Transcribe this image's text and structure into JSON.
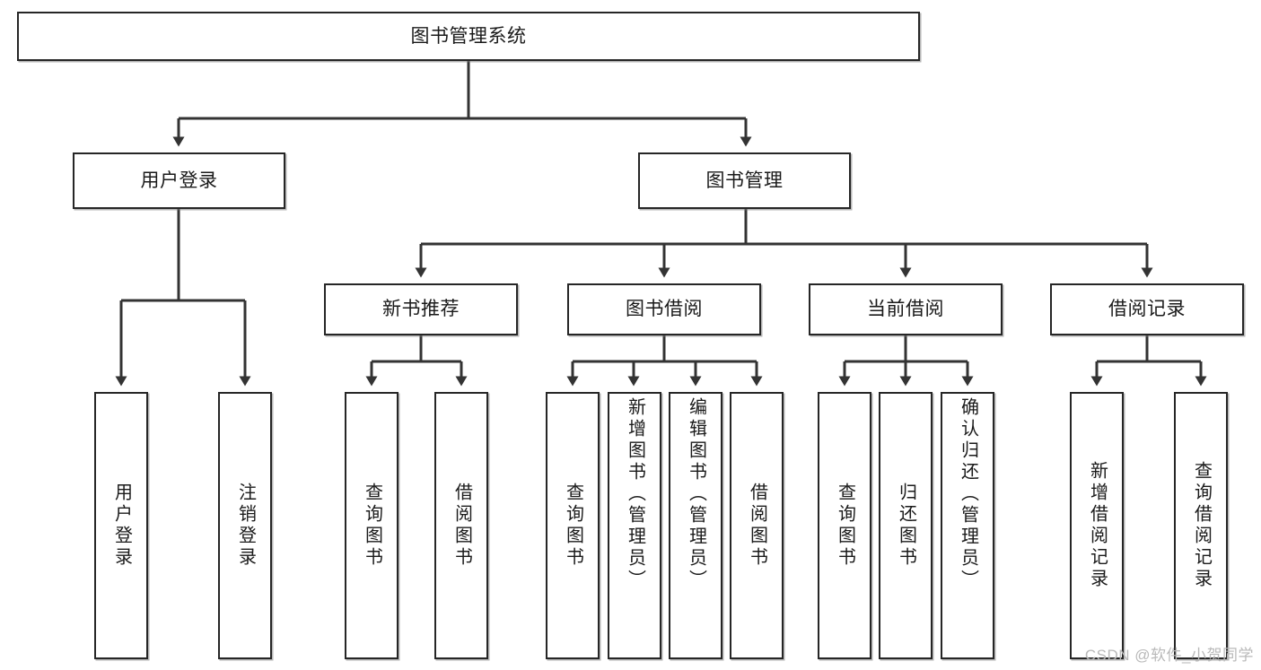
{
  "diagram": {
    "title": "图书管理系统",
    "type": "tree-hierarchy-chart",
    "watermark": "CSDN @软件_小贺同学",
    "colors": {
      "box_border": "#262626",
      "box_fill": "#ffffff",
      "connector": "#333333",
      "text": "#1a1a1a",
      "watermark": "#b9b9b9"
    },
    "levels": {
      "root": {
        "label": "图书管理系统"
      },
      "level2": [
        {
          "id": "user-login",
          "label": "用户登录"
        },
        {
          "id": "book-manage",
          "label": "图书管理"
        }
      ],
      "level3": [
        {
          "id": "new-book-recommend",
          "label": "新书推荐"
        },
        {
          "id": "book-borrow",
          "label": "图书借阅"
        },
        {
          "id": "current-borrow",
          "label": "当前借阅"
        },
        {
          "id": "borrow-record",
          "label": "借阅记录"
        }
      ],
      "leaves": {
        "user_login": [
          {
            "id": "leaf-user-login",
            "label": "用户登录"
          },
          {
            "id": "leaf-user-logout",
            "label": "注销登录"
          }
        ],
        "new_book_recommend": [
          {
            "id": "leaf-query-book-1",
            "label": "查询图书"
          },
          {
            "id": "leaf-borrow-book-1",
            "label": "借阅图书"
          }
        ],
        "book_borrow": [
          {
            "id": "leaf-query-book-2",
            "label": "查询图书"
          },
          {
            "id": "leaf-add-book-admin",
            "label": "新增图书（管理员）"
          },
          {
            "id": "leaf-edit-book-admin",
            "label": "编辑图书（管理员）"
          },
          {
            "id": "leaf-borrow-book-2",
            "label": "借阅图书"
          }
        ],
        "current_borrow": [
          {
            "id": "leaf-query-book-3",
            "label": "查询图书"
          },
          {
            "id": "leaf-return-book",
            "label": "归还图书"
          },
          {
            "id": "leaf-confirm-return-admin",
            "label": "确认归还（管理员）"
          }
        ],
        "borrow_record": [
          {
            "id": "leaf-add-borrow-record",
            "label": "新增借阅记录"
          },
          {
            "id": "leaf-query-borrow-record",
            "label": "查询借阅记录"
          }
        ]
      }
    }
  }
}
